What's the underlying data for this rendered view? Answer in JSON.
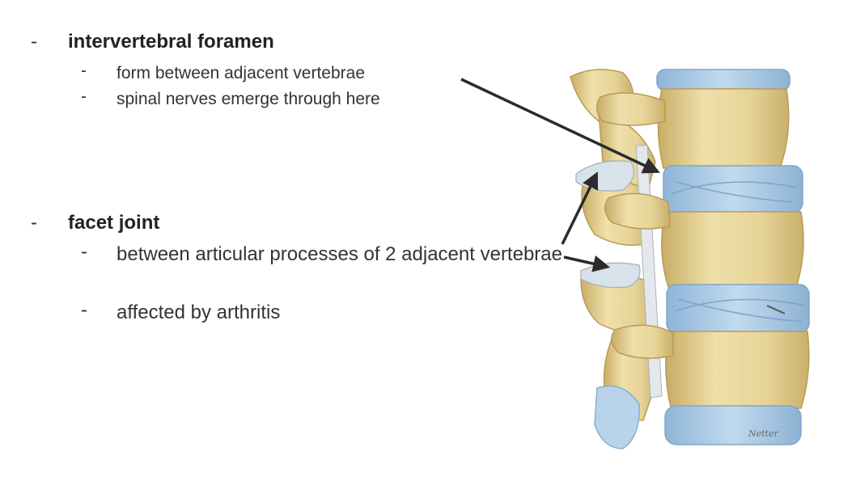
{
  "sections": [
    {
      "heading": "intervertebral foramen",
      "items": [
        "form between adjacent vertebrae",
        "spinal nerves emerge through here"
      ]
    },
    {
      "heading": "facet joint",
      "items": [
        "between articular processes of 2 adjacent vertebrae",
        "affected by arthritis"
      ]
    }
  ],
  "dash": "-",
  "signature": "Netter",
  "colors": {
    "bone": "#e9d8a0",
    "bone_shade": "#c9b270",
    "disc": "#a9c9e4",
    "disc_shade": "#7fa9cf",
    "arrow": "#2b2b2b"
  }
}
